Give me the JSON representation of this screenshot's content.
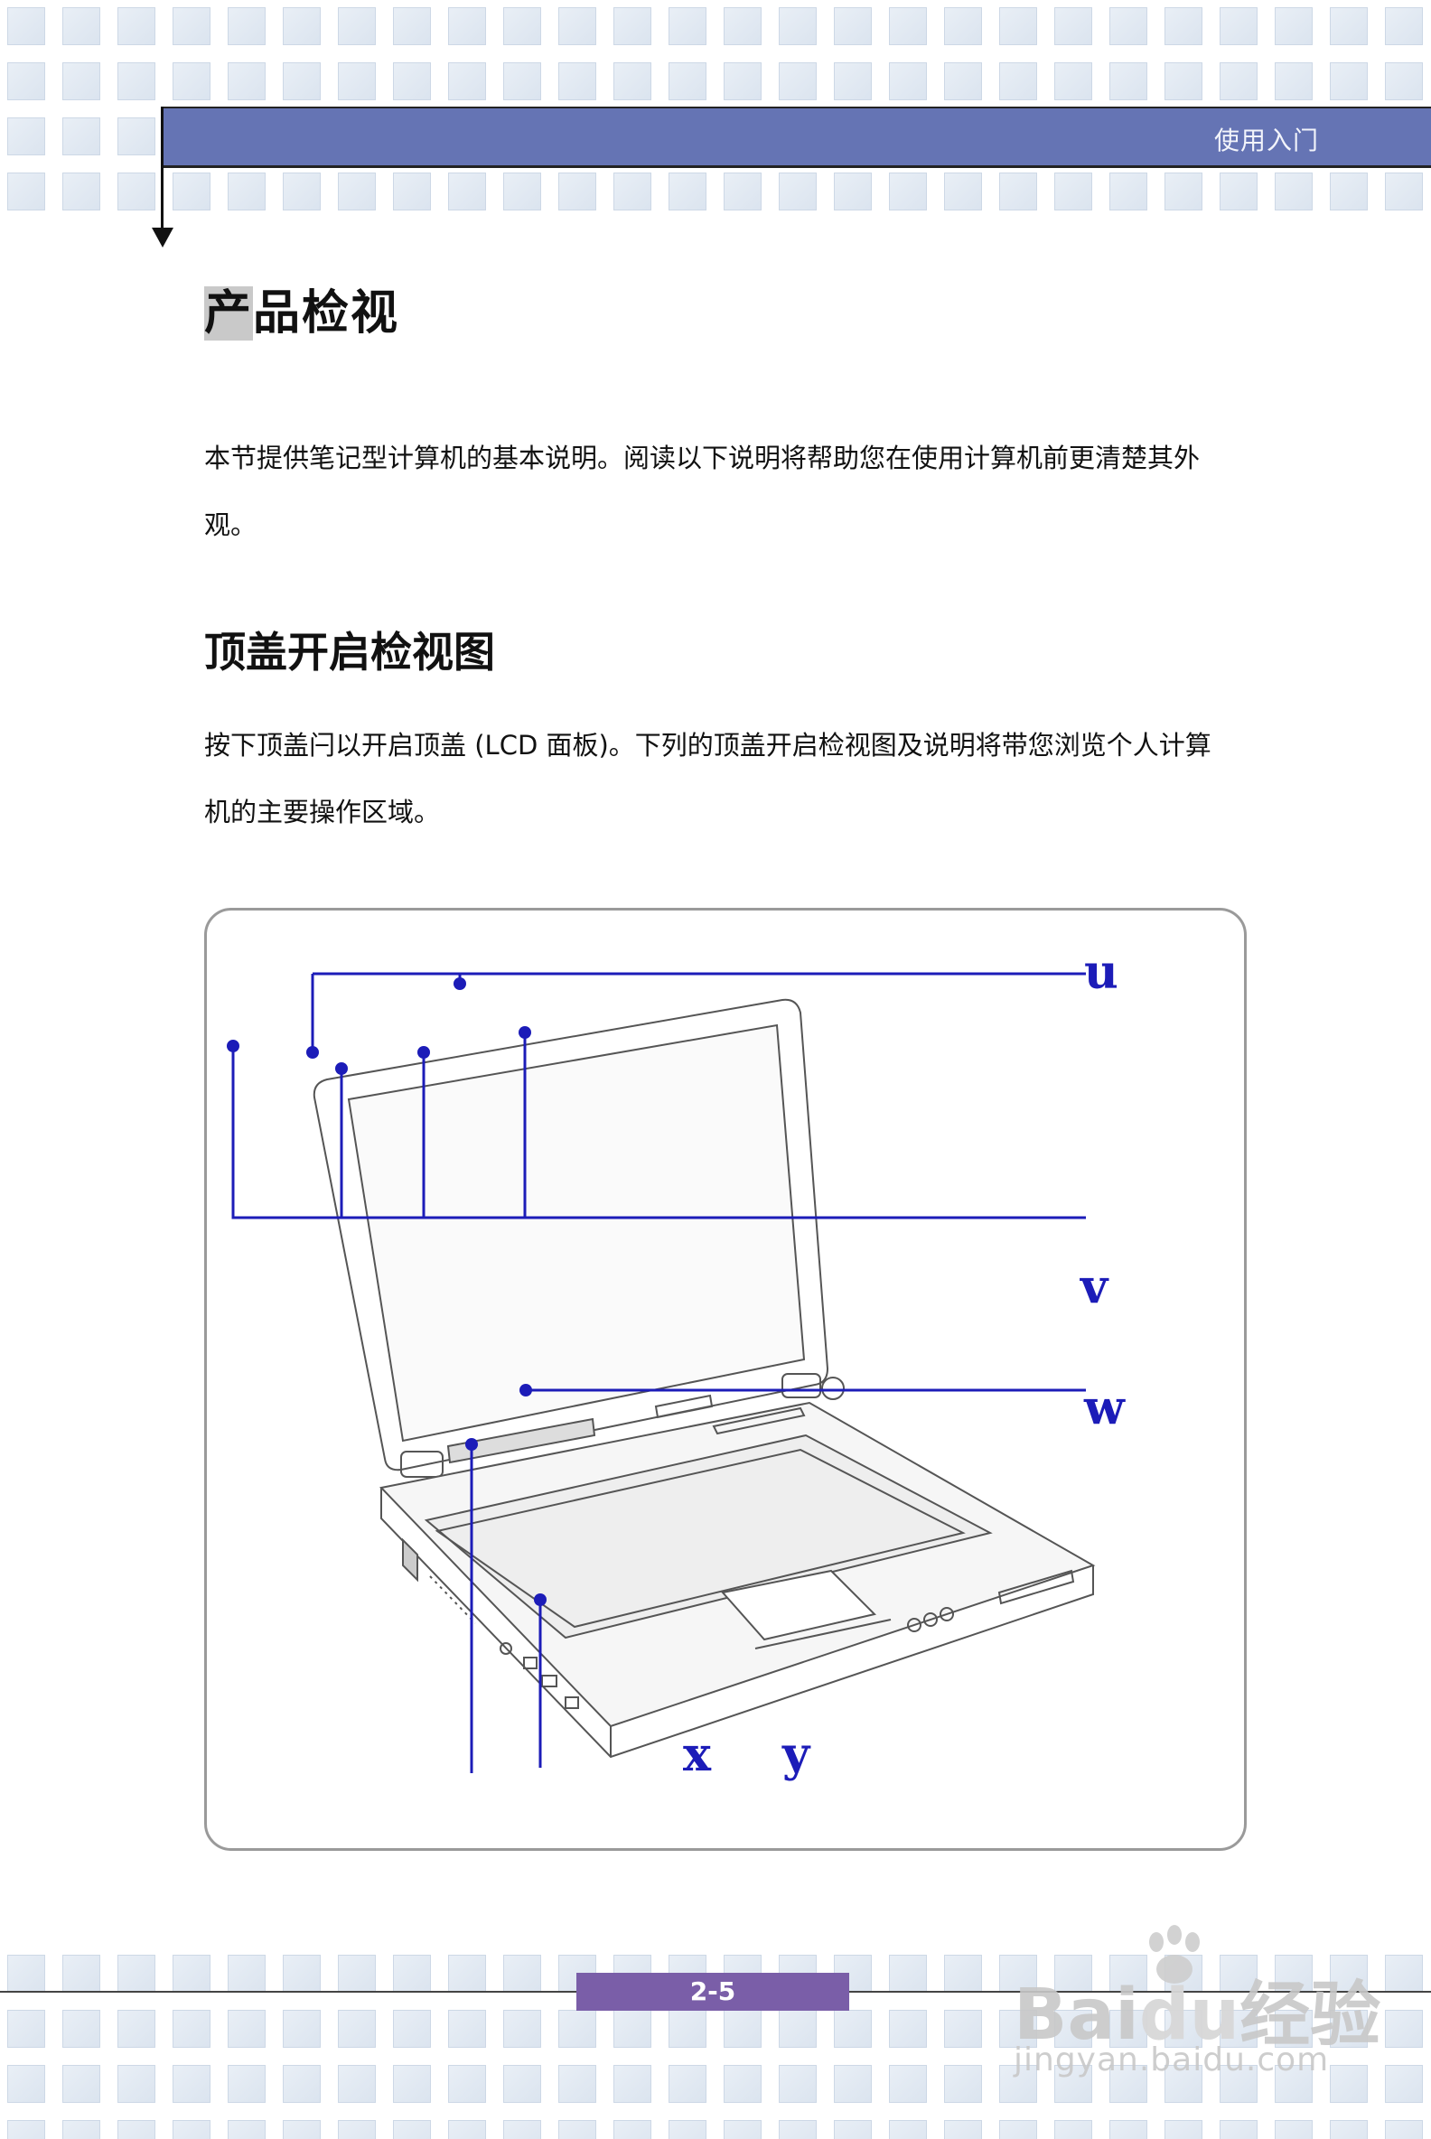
{
  "header": {
    "title": "使用入门"
  },
  "page_title": {
    "first_char": "产",
    "rest": "品检视"
  },
  "intro": {
    "text": "本节提供笔记型计算机的基本说明。阅读以下说明将帮助您在使用计算机前更清楚其外观。"
  },
  "section": {
    "title": "顶盖开启检视图",
    "text": "按下顶盖闩以开启顶盖 (LCD 面板)。下列的顶盖开启检视图及说明将带您浏览个人计算机的主要操作区域。"
  },
  "figure": {
    "callouts": [
      "u",
      "v",
      "w",
      "x",
      "y"
    ]
  },
  "footer": {
    "page_number": "2-5"
  },
  "watermark": {
    "brand": "Bai",
    "brand_du": "du",
    "brand_cn": "经验",
    "url": "jingyan.baidu.com"
  }
}
